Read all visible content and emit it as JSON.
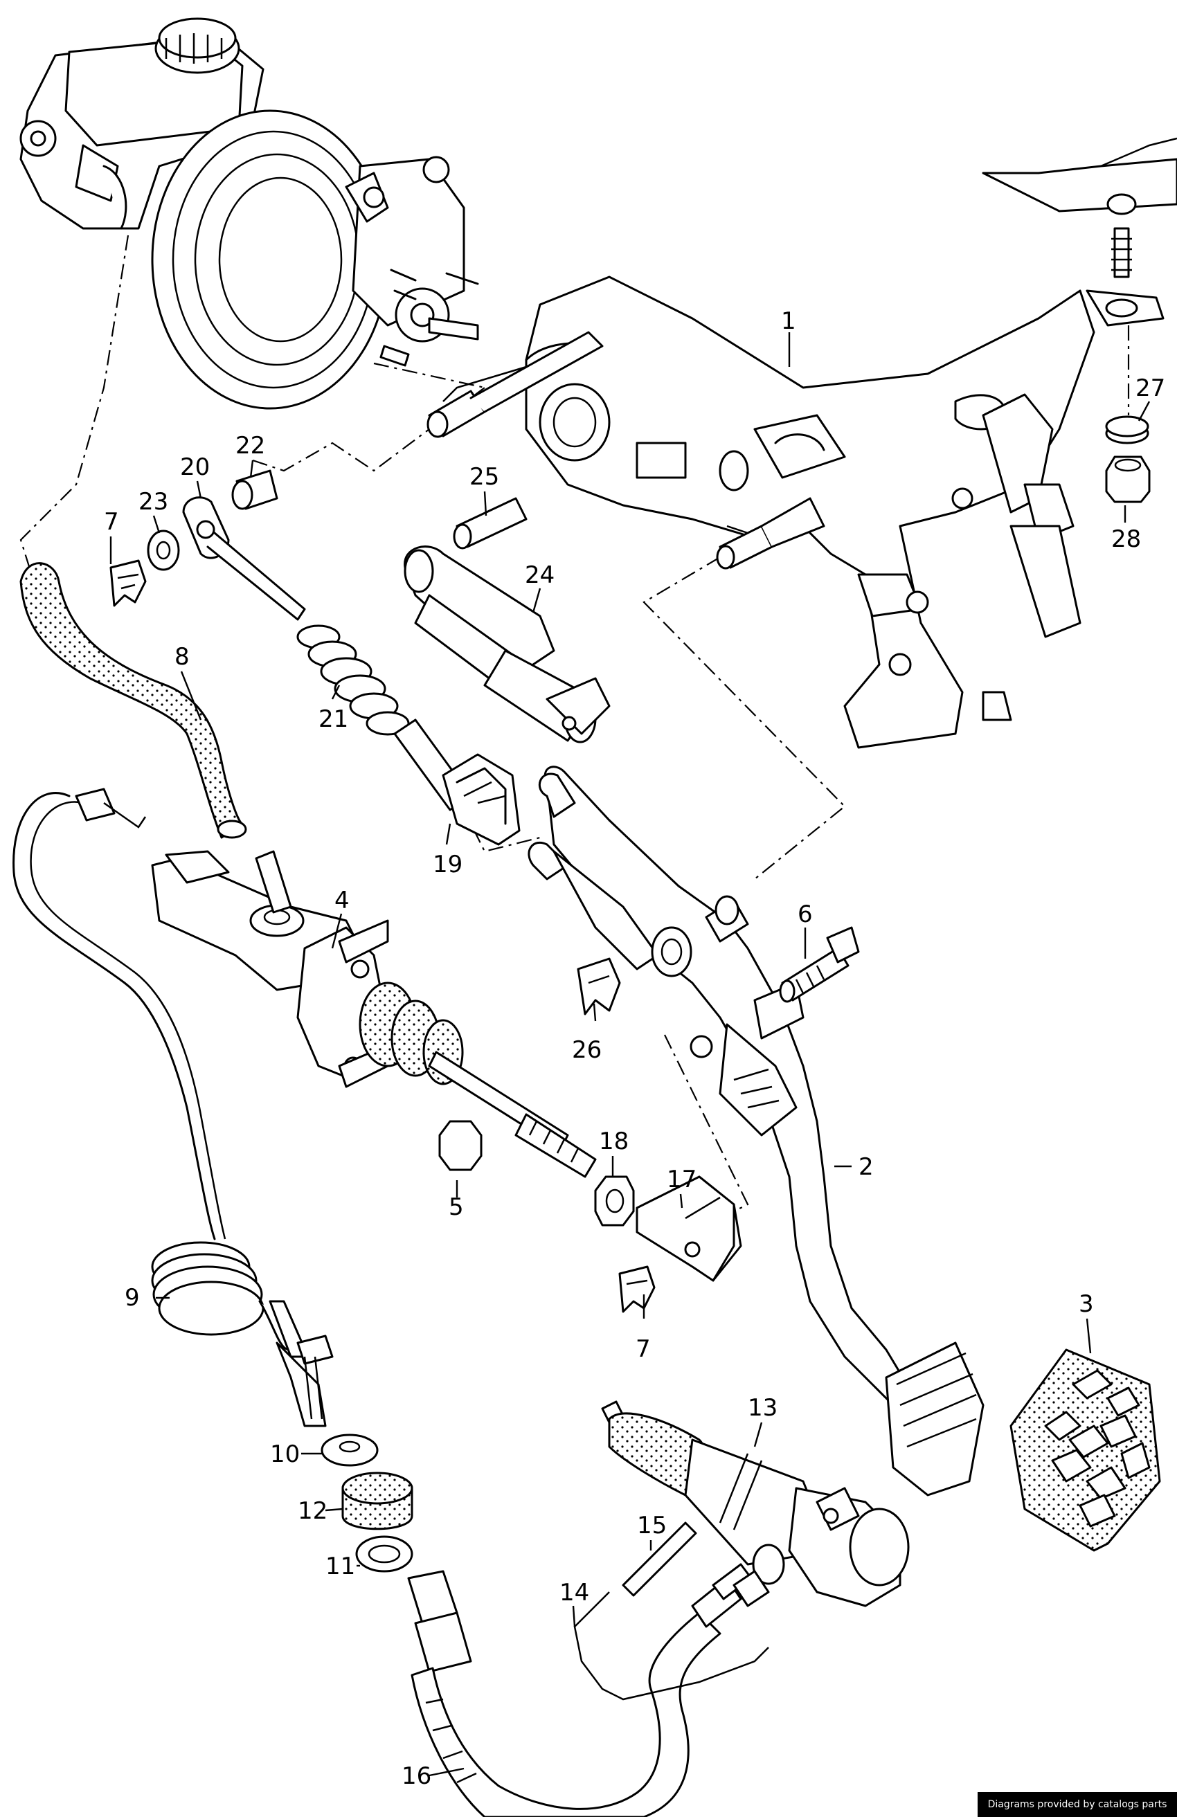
{
  "credit": "Diagrams provided by catalogs parts",
  "callouts": [
    {
      "id": "1",
      "text": "1"
    },
    {
      "id": "2",
      "text": "2"
    },
    {
      "id": "3",
      "text": "3"
    },
    {
      "id": "4",
      "text": "4"
    },
    {
      "id": "5",
      "text": "5"
    },
    {
      "id": "6",
      "text": "6"
    },
    {
      "id": "7a",
      "text": "7"
    },
    {
      "id": "7b",
      "text": "7"
    },
    {
      "id": "8",
      "text": "8"
    },
    {
      "id": "9",
      "text": "9"
    },
    {
      "id": "10",
      "text": "10"
    },
    {
      "id": "11",
      "text": "11"
    },
    {
      "id": "12",
      "text": "12"
    },
    {
      "id": "13",
      "text": "13"
    },
    {
      "id": "14",
      "text": "14"
    },
    {
      "id": "15",
      "text": "15"
    },
    {
      "id": "16",
      "text": "16"
    },
    {
      "id": "17",
      "text": "17"
    },
    {
      "id": "18",
      "text": "18"
    },
    {
      "id": "19",
      "text": "19"
    },
    {
      "id": "20",
      "text": "20"
    },
    {
      "id": "21",
      "text": "21"
    },
    {
      "id": "22",
      "text": "22"
    },
    {
      "id": "23",
      "text": "23"
    },
    {
      "id": "24",
      "text": "24"
    },
    {
      "id": "25",
      "text": "25"
    },
    {
      "id": "26",
      "text": "26"
    },
    {
      "id": "27",
      "text": "27"
    },
    {
      "id": "28",
      "text": "28"
    }
  ]
}
